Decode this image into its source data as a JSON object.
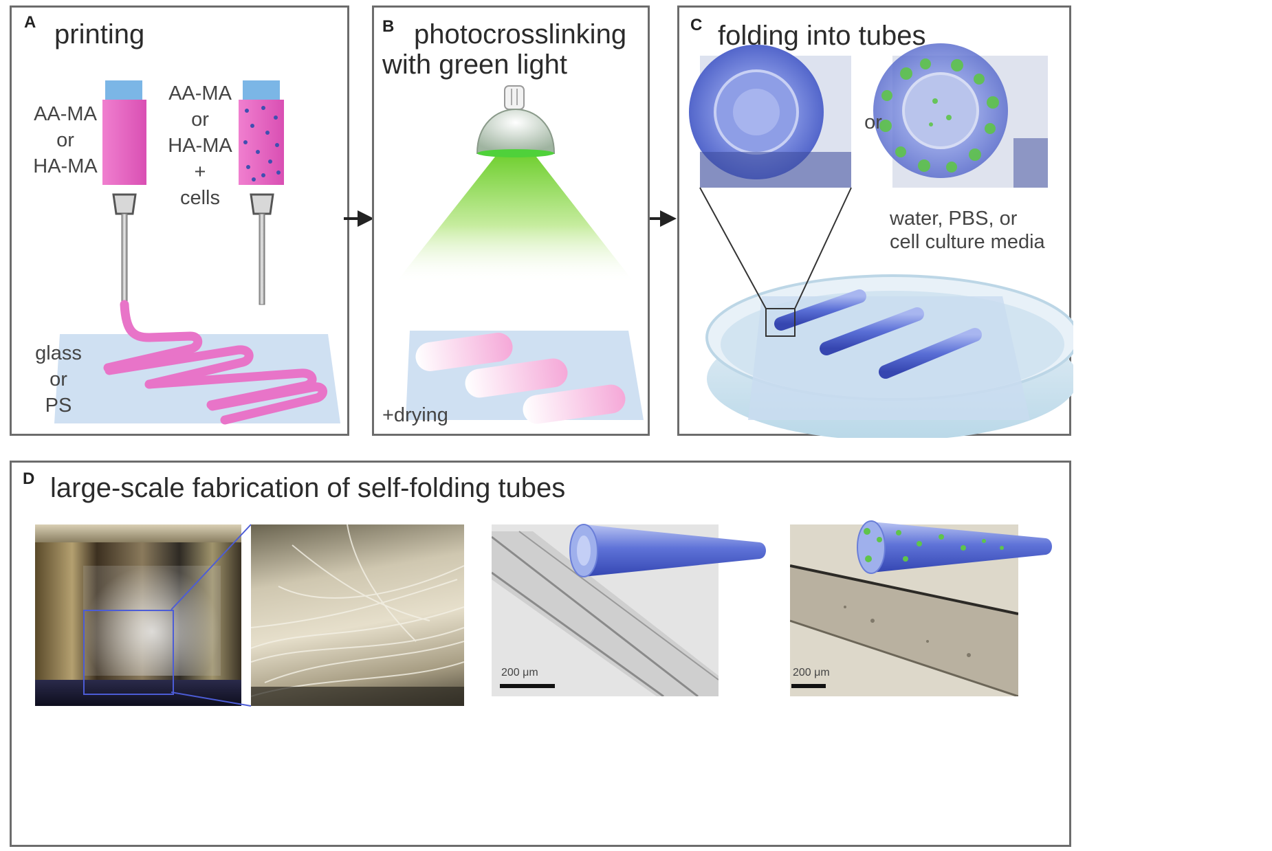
{
  "panels": {
    "a": {
      "letter": "A",
      "title": "printing",
      "label_left_syringe": [
        "AA-MA",
        "or",
        "HA-MA"
      ],
      "label_right_syringe": [
        "AA-MA",
        "or",
        "HA-MA",
        "+",
        "cells"
      ],
      "label_substrate": [
        "glass",
        "or",
        "PS"
      ]
    },
    "b": {
      "letter": "B",
      "title_line1": "photocrosslinking",
      "title_line2": "with green light",
      "label_drying": "+drying"
    },
    "c": {
      "letter": "C",
      "title": "folding into tubes",
      "label_or": "or",
      "label_media_line1": "water, PBS, or",
      "label_media_line2": "cell culture media"
    },
    "d": {
      "letter": "D",
      "title": "large-scale fabrication of self-folding tubes",
      "scale_bar_1": "200 μm",
      "scale_bar_2": "200 μm"
    }
  },
  "colors": {
    "hydrogel_pink": "#e874c8",
    "cell_dots": "#3f4fb0",
    "tube_blue": "#5a6fd6",
    "green_light": "#7cd23c",
    "substrate": "#cfe0f2",
    "panel_border": "#6c6c6c"
  }
}
